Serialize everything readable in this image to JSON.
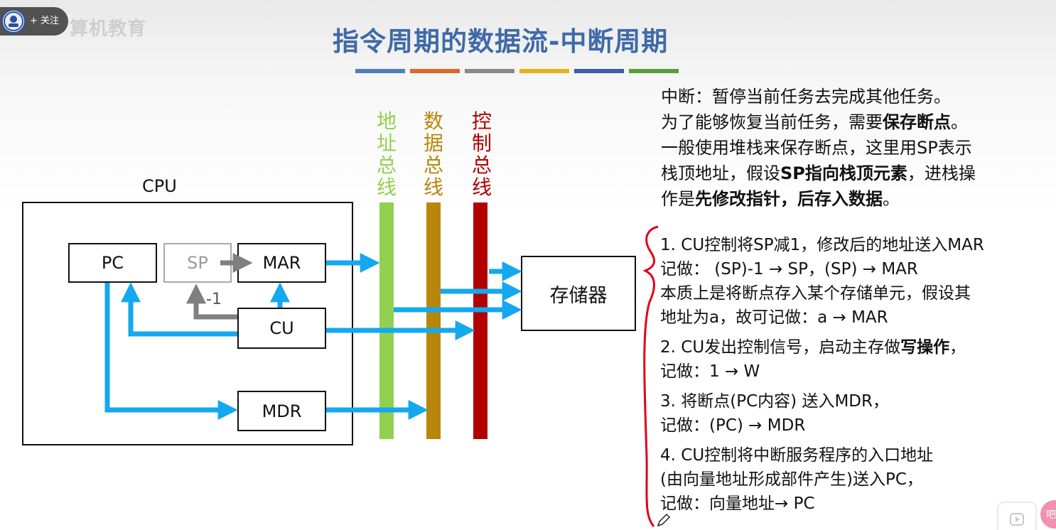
{
  "overlay": {
    "follow_label": "+ 关注",
    "watermark": "算机教育"
  },
  "title": "指令周期的数据流-中断周期",
  "title_bar_colors": [
    "#4f7fb8",
    "#d9682a",
    "#8a8a8a",
    "#e9b21b",
    "#3b5fa8",
    "#5a9e3a"
  ],
  "diagram": {
    "cpu_label": "CPU",
    "registers": {
      "pc": "PC",
      "sp": "SP",
      "mar": "MAR",
      "cu": "CU",
      "mdr": "MDR"
    },
    "memory_label": "存储器",
    "sp_op_label": "-1",
    "buses": [
      {
        "label": "地址总线",
        "color": "#92d050"
      },
      {
        "label": "数据总线",
        "color": "#b8860b"
      },
      {
        "label": "控制总线",
        "color": "#b20000"
      }
    ],
    "arrow_color": "#14a8ef",
    "gray_arrow_color": "#7f7f7f"
  },
  "intro": {
    "line1": "中断：暂停当前任务去完成其他任务。",
    "line2_prefix": "为了能够恢复当前任务，需要",
    "line2_bold": "保存断点",
    "line2_suffix": "。",
    "line3": "一般使用堆栈来保存断点，这里用SP表示",
    "line4_prefix": "栈顶地址，假设",
    "line4_bold": "SP指向栈顶元素",
    "line4_suffix": "，进栈操",
    "line5_prefix": "作是",
    "line5_bold": "先修改指针，后存入数据",
    "line5_suffix": "。"
  },
  "steps": {
    "s1_l1": "1. CU控制将SP减1，修改后的地址送入MAR",
    "s1_l2": "记做： (SP)-1 → SP，(SP) → MAR",
    "s1_l3": "本质上是将断点存入某个存储单元，假设其",
    "s1_l4": "地址为a，故可记做：a → MAR",
    "s2_l1_prefix": "2. CU发出控制信号，启动主存做",
    "s2_l1_bold": "写操作",
    "s2_l1_suffix": "，",
    "s2_l2": "记做：1 → W",
    "s3_l1": "3. 将断点(PC内容) 送入MDR，",
    "s3_l2": "记做：(PC) → MDR",
    "s4_l1": "4. CU控制将中断服务程序的入口地址",
    "s4_l2": "(由向量地址形成部件产生)送入PC，",
    "s4_l3": "记做：向量地址→ PC"
  },
  "brace_color": "#e0001b",
  "bottom_avatar_text": "吧"
}
